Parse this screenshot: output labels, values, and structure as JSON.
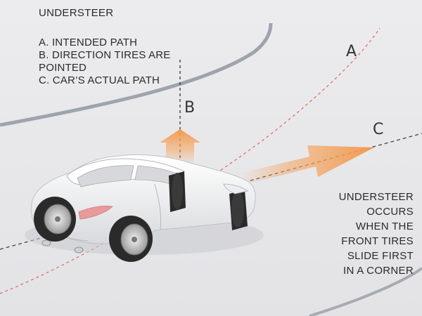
{
  "title": "UNDERSTEER",
  "legend": {
    "a": "A. INTENDED PATH",
    "b1": "B. DIRECTION TIRES ARE",
    "b2": "POINTED",
    "c": "C. CAR’S ACTUAL PATH"
  },
  "markers": {
    "a": "A",
    "b": "B",
    "c": "C"
  },
  "note": {
    "line1": "UNDERSTEER",
    "line2": "OCCURS",
    "line3": "WHEN THE",
    "line4": "FRONT TIRES",
    "line5": "SLIDE FIRST",
    "line6": "IN A CORNER"
  },
  "colors": {
    "background": "#e6e6e8",
    "road_edge": "#9ea3ad",
    "intended_path": "#e07070",
    "tire_direction": "#333333",
    "actual_path": "#444444",
    "arrow": "#f4a866",
    "car_body": "#ffffff",
    "tire": "#2a2a2a"
  }
}
